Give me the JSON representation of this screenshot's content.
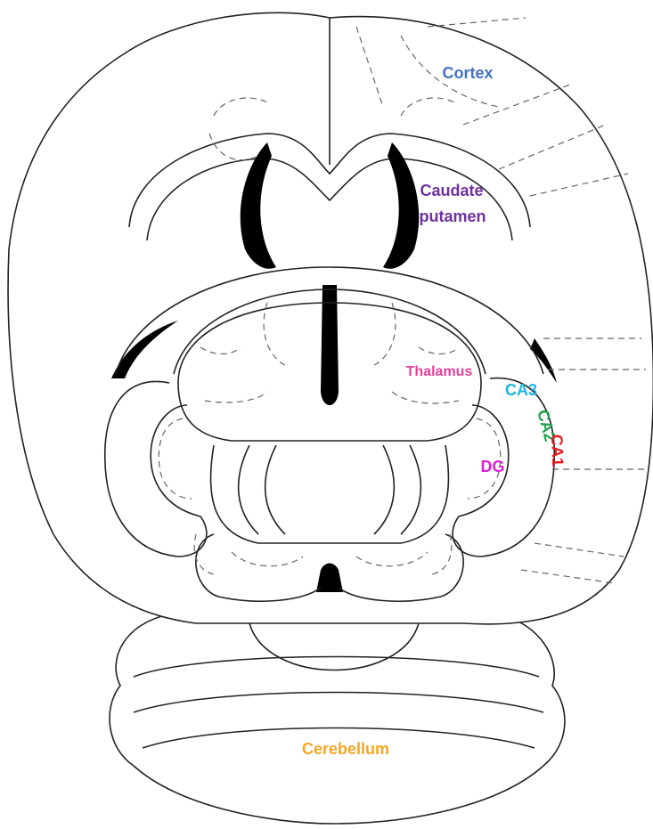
{
  "labels": {
    "cortex": "Cortex",
    "caudate_line1": "Caudate",
    "caudate_line2": "putamen",
    "thalamus": "Thalamus",
    "ca3": "CA3",
    "ca2": "CA2",
    "ca1": "CA1",
    "dg": "DG",
    "cerebellum": "Cerebellum"
  },
  "colors": {
    "cortex": "#4472C4",
    "caudate": "#7030A0",
    "thalamus": "#E0449A",
    "ca3": "#1FB4E6",
    "ca2": "#1E9E4A",
    "ca1": "#E01E1E",
    "dg": "#E020D8",
    "cerebellum": "#F5A623"
  }
}
